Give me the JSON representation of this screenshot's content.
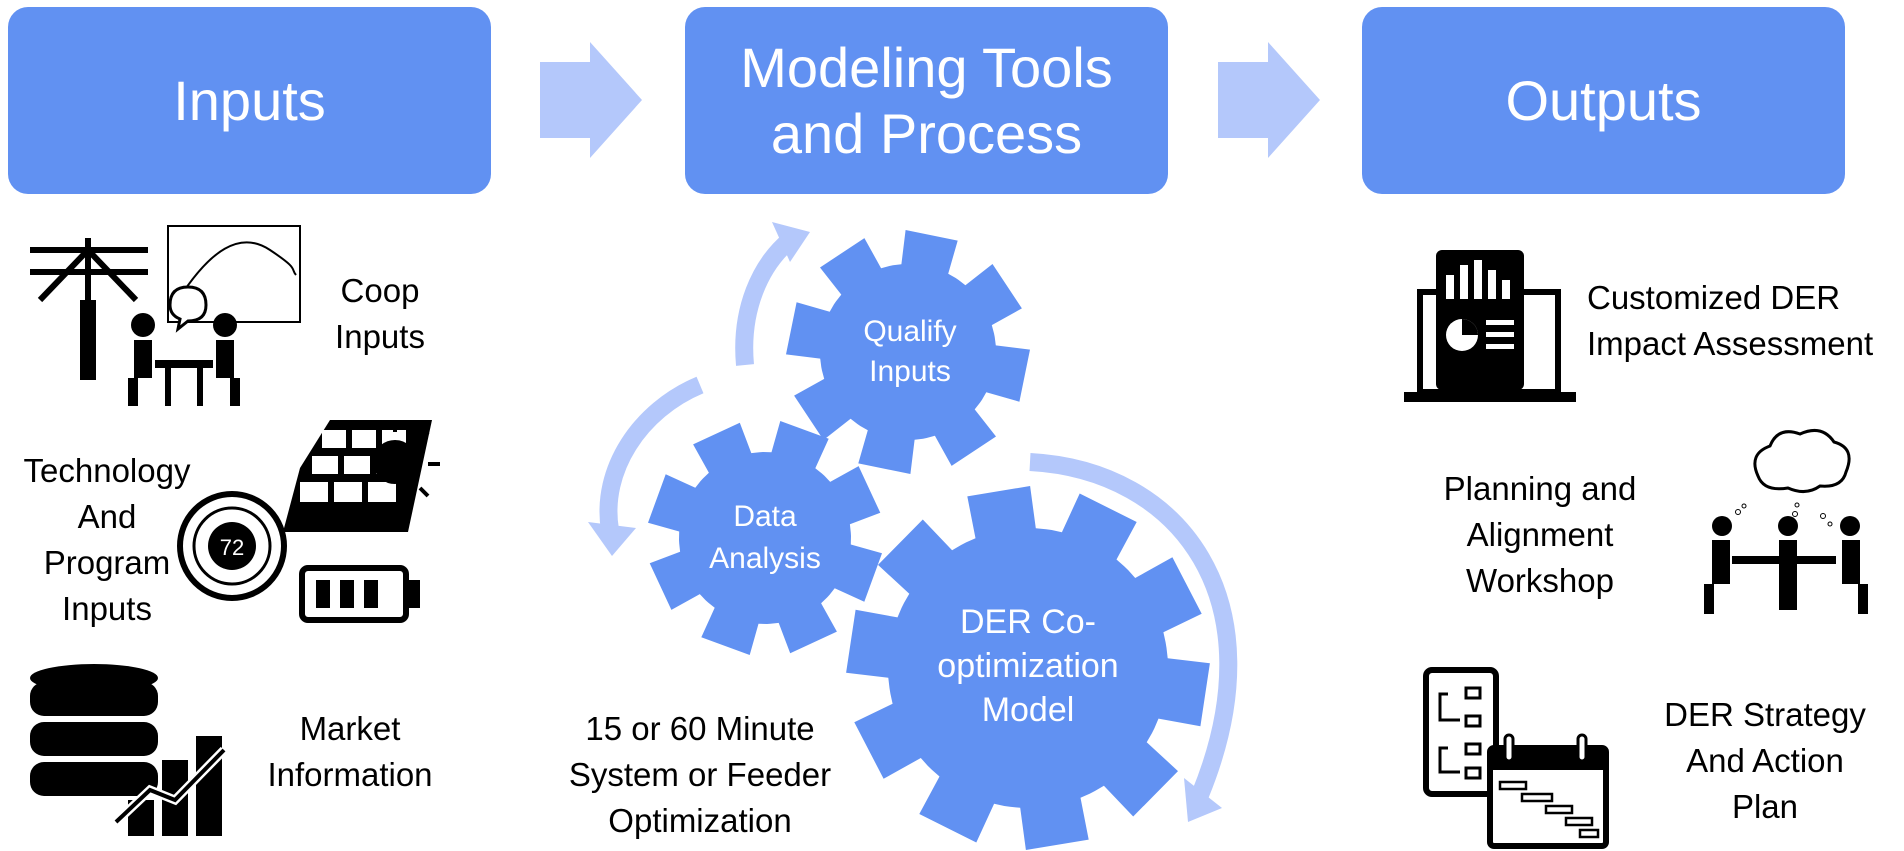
{
  "headers": {
    "inputs": "Inputs",
    "modeling": "Modeling Tools\nand Process",
    "outputs": "Outputs"
  },
  "inputs": {
    "coop": "Coop\nInputs",
    "technology": "Technology\nAnd\nProgram\nInputs",
    "market": "Market\nInformation",
    "thermostat_reading": "72"
  },
  "process": {
    "qualify": "Qualify\nInputs",
    "data_analysis": "Data\nAnalysis",
    "der_model": "DER Co-\noptimization\nModel",
    "optimization": "15 or 60 Minute\nSystem or Feeder\nOptimization"
  },
  "outputs": {
    "assessment": "Customized DER\nImpact Assessment",
    "workshop": "Planning and\nAlignment\nWorkshop",
    "strategy": "DER Strategy\nAnd Action\nPlan"
  },
  "colors": {
    "header_blue": "#6191f2",
    "light_blue": "#b4c8fb",
    "text": "#000000"
  },
  "icons": [
    "power-pole-icon",
    "line-chart-board-icon",
    "meeting-icon",
    "solar-panel-icon",
    "sun-icon",
    "thermostat-icon",
    "battery-icon",
    "database-icon",
    "growth-chart-icon",
    "laptop-dashboard-icon",
    "thinking-group-icon",
    "flowchart-icon",
    "gantt-calendar-icon"
  ]
}
